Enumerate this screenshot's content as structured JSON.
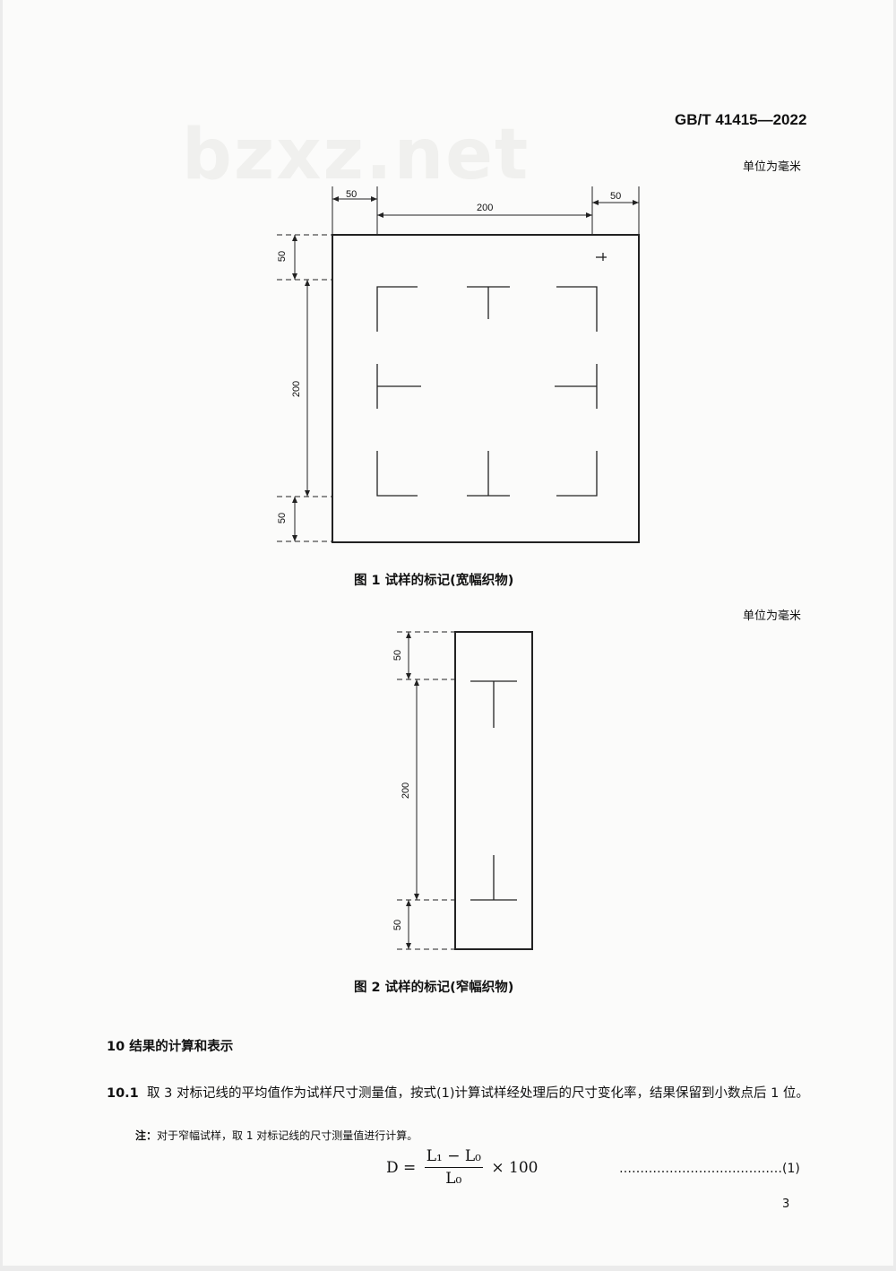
{
  "header": {
    "standard_code": "GB/T 41415—2022",
    "watermark": "bzxz.net"
  },
  "figure1": {
    "unit_note": "单位为毫米",
    "caption": "图 1   试样的标记(宽幅织物)",
    "dim_left_margin": "50",
    "dim_span": "200",
    "dim_right_margin": "50",
    "dim_top_margin": "50",
    "dim_height": "200",
    "dim_bottom_margin": "50"
  },
  "figure2": {
    "unit_note": "单位为毫米",
    "caption": "图 2   试样的标记(窄幅织物)",
    "dim_top_margin": "50",
    "dim_height": "200",
    "dim_bottom_margin": "50"
  },
  "section10": {
    "heading": "10   结果的计算和表示",
    "clause_number": "10.1",
    "clause_text": "取 3 对标记线的平均值作为试样尺寸测量值，按式(1)计算试样经处理后的尺寸变化率，结果保留到小数点后 1 位。",
    "note_label": "注：",
    "note_text": "对于窄幅试样，取 1 对标记线的尺寸测量值进行计算。"
  },
  "formula": {
    "lhs": "D =",
    "numerator": "L₁ − L₀",
    "denominator": "L₀",
    "rhs": "× 100",
    "number": "…………………………………(1)"
  },
  "page_number": "3"
}
